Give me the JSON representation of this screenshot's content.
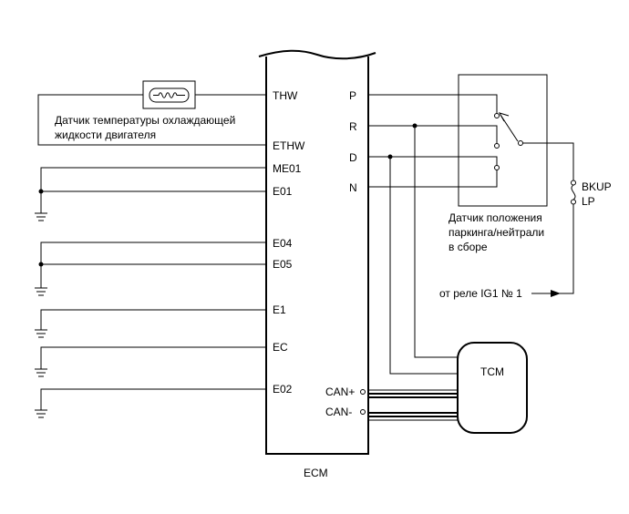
{
  "ecm": {
    "name": "ECM",
    "left_pins": [
      "THW",
      "ETHW",
      "ME01",
      "E01",
      "E04",
      "E05",
      "E1",
      "EC",
      "E02"
    ],
    "right_pins": [
      "P",
      "R",
      "D",
      "N",
      "CAN+",
      "CAN-"
    ]
  },
  "coolant_sensor": {
    "line1": "Датчик температуры охлаждающей",
    "line2": "жидкости двигателя"
  },
  "park_neutral_switch": {
    "line1": "Датчик положения",
    "line2": "паркинга/нейтрали",
    "line3": "в сборе"
  },
  "fuse": {
    "line1": "BKUP",
    "line2": "LP"
  },
  "relay_label": "от реле IG1 № 1",
  "tcm_label": "TCM"
}
